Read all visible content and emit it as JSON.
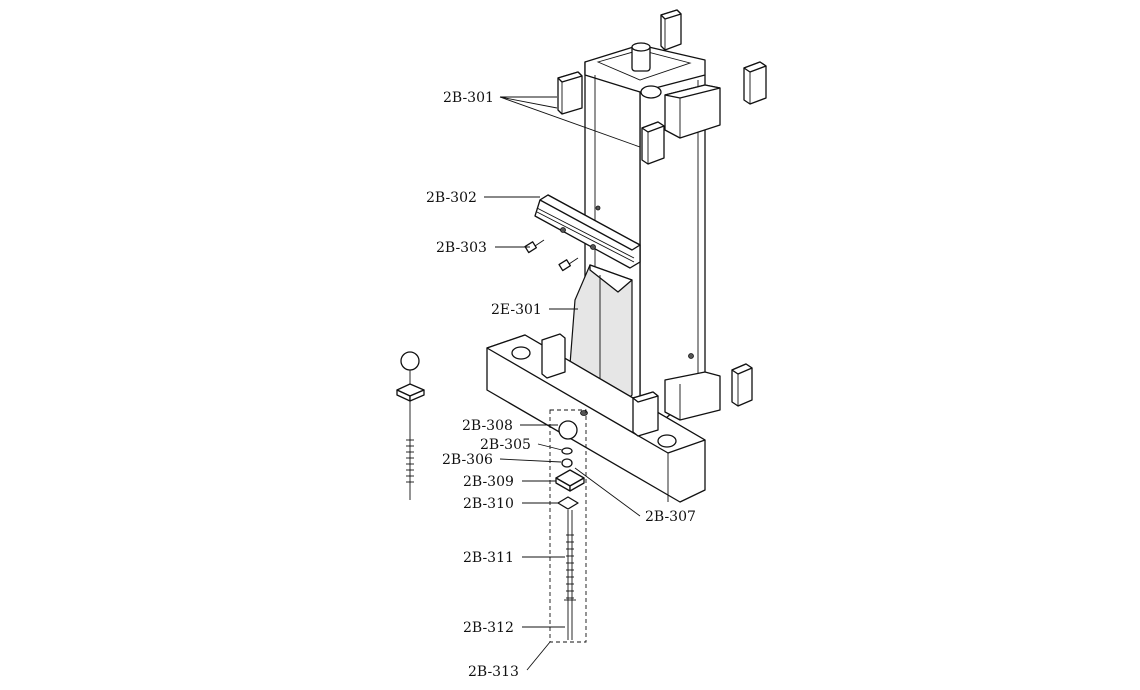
{
  "labels": {
    "p301": "2B-301",
    "p302": "2B-302",
    "p303": "2B-303",
    "e301": "2E-301",
    "p308": "2B-308",
    "p305": "2B-305",
    "p306": "2B-306",
    "p309": "2B-309",
    "p310": "2B-310",
    "p307": "2B-307",
    "p311": "2B-311",
    "p312": "2B-312",
    "p313": "2B-313"
  }
}
